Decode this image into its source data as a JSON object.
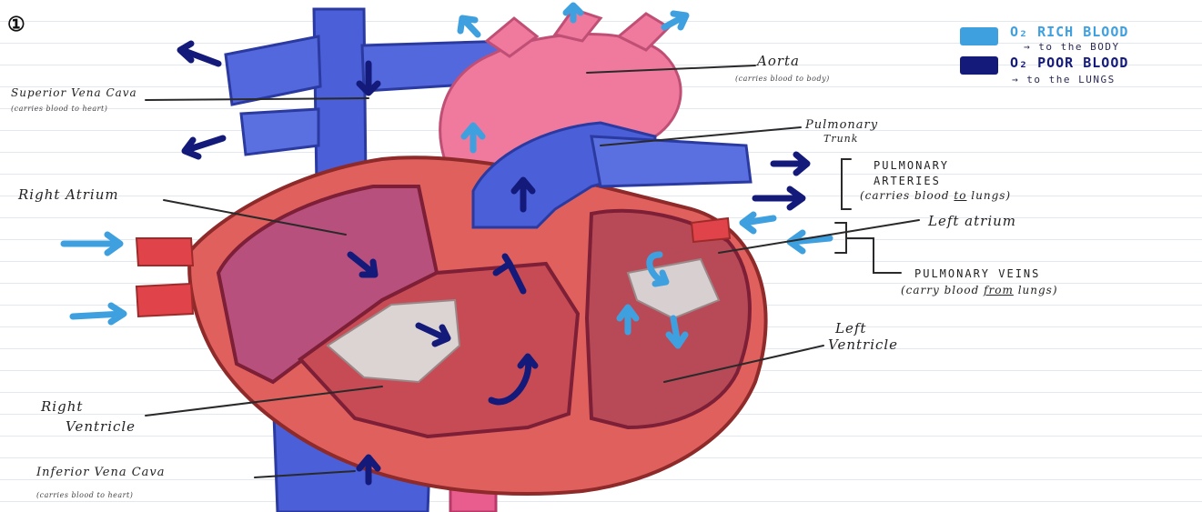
{
  "header": {
    "marker": "①"
  },
  "legend": {
    "rich": {
      "title": "O₂ RICH BLOOD",
      "sub": "→ to the BODY",
      "color": "#3fa0e0"
    },
    "poor": {
      "title": "O₂ POOR BLOOD",
      "sub": "→ to the LUNGS",
      "color": "#141a7a"
    }
  },
  "labels": {
    "aorta": {
      "title": "Aorta",
      "sub": "(carries blood to body)"
    },
    "superior_vena_cava": {
      "title": "Superior Vena Cava",
      "sub": "(carries blood to heart)"
    },
    "pulmonary_trunk": {
      "line1": "Pulmonary",
      "line2": "Trunk"
    },
    "pulmonary_arteries": {
      "line1": "PULMONARY",
      "line2": "ARTERIES",
      "sub_pre": "(carries blood ",
      "sub_em": "to",
      "sub_post": " lungs)"
    },
    "right_atrium": {
      "title": "Right Atrium"
    },
    "left_atrium": {
      "title": "Left atrium"
    },
    "pulmonary_veins": {
      "title": "PULMONARY VEINS",
      "sub_pre": "(carry blood ",
      "sub_em": "from",
      "sub_post": " lungs)"
    },
    "left_ventricle": {
      "line1": "Left",
      "line2": "Ventricle"
    },
    "right_ventricle": {
      "line1": "Right",
      "line2": "Ventricle"
    },
    "inferior_vena_cava": {
      "title": "Inferior Vena Cava",
      "sub": "(carries blood to heart)"
    }
  },
  "colors": {
    "rich_blood": "#3fa0e0",
    "poor_blood": "#141a7a",
    "vein_blue": "#4a5fd8",
    "heart_muscle": "#e0605e",
    "aorta_pink": "#f07a9e"
  }
}
